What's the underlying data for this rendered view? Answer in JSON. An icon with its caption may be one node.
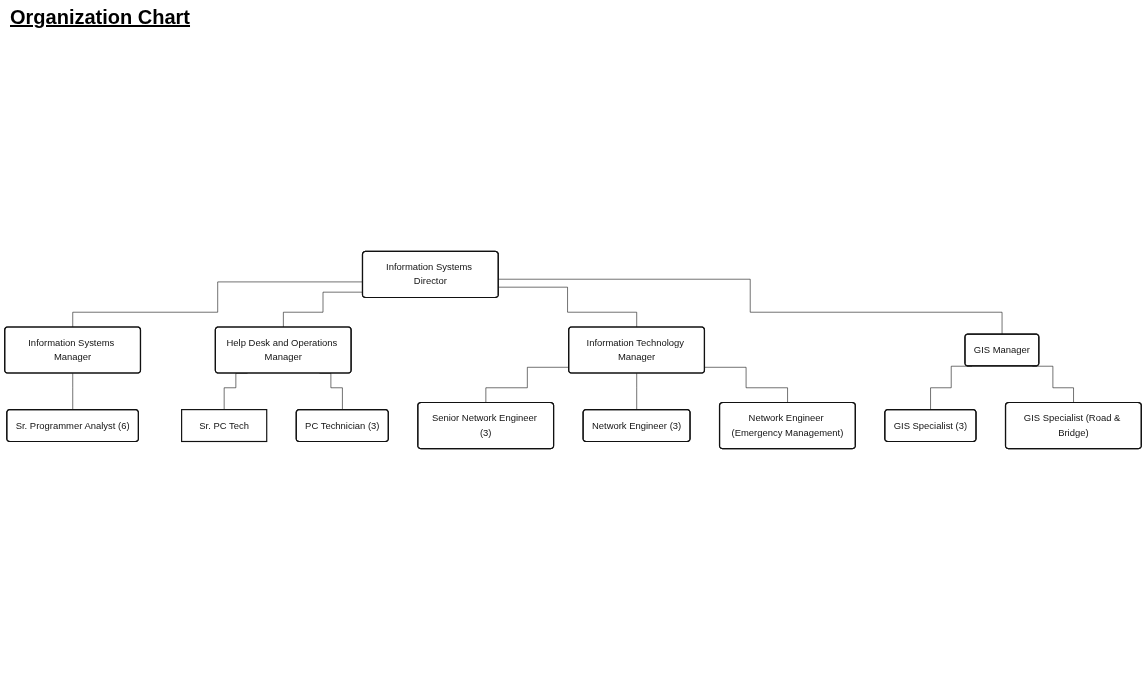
{
  "diagram": {
    "title": "Organization Chart",
    "nodes": [
      {
        "text": [
          "Information Systems Director"
        ]
      },
      {
        "text": [
          "Information Systems Manager"
        ]
      },
      {
        "text": [
          "Help Desk and Operations Manager"
        ]
      },
      {
        "text": [
          "Information Technology Manager"
        ]
      },
      {
        "text": [
          "GIS Manager"
        ]
      },
      {
        "text": [
          "Sr. Programmer Analyst (6)"
        ]
      },
      {
        "text": [
          "Sr. PC Tech"
        ]
      },
      {
        "text": [
          "PC Technician (3)"
        ]
      },
      {
        "text": [
          "Senior Network Engineer (3)"
        ]
      },
      {
        "text": [
          "Network Engineer (3)"
        ]
      },
      {
        "text": [
          "Network Engineer (Emergency Management)"
        ]
      },
      {
        "text": [
          "GIS Specialist (3)"
        ]
      },
      {
        "text": [
          "GIS Specialist (Road & Bridge)"
        ]
      }
    ],
    "edges": [
      {
        "from": 0,
        "to": 1,
        "arrow": "none"
      },
      {
        "from": 0,
        "to": 2,
        "arrow": "none"
      },
      {
        "from": 0,
        "to": 3,
        "arrow": "none"
      },
      {
        "from": 0,
        "to": 4,
        "arrow": "none"
      },
      {
        "from": 1,
        "to": 5,
        "arrow": "none"
      },
      {
        "from": 2,
        "to": 6,
        "arrow": "none"
      },
      {
        "from": 2,
        "to": 7,
        "arrow": "none"
      },
      {
        "from": 3,
        "to": 8,
        "arrow": "none"
      },
      {
        "from": 3,
        "to": 9,
        "arrow": "none"
      },
      {
        "from": 3,
        "to": 10,
        "arrow": "none"
      },
      {
        "from": 4,
        "to": 11,
        "arrow": "none"
      },
      {
        "from": 4,
        "to": 12,
        "arrow": "none"
      }
    ]
  }
}
